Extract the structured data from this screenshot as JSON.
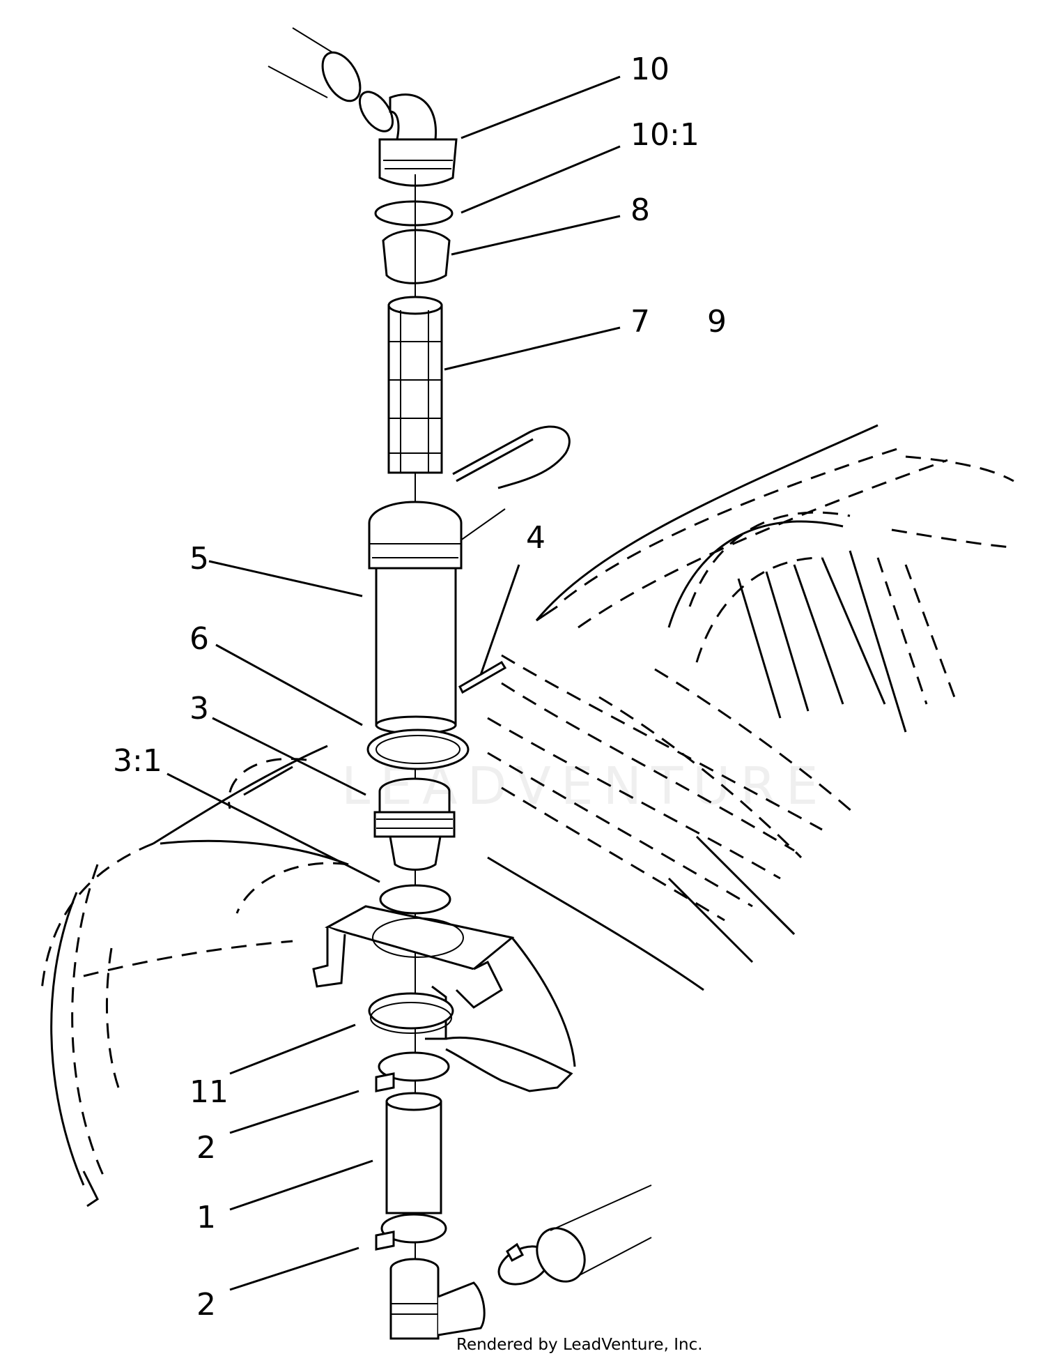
{
  "diagram": {
    "callouts": {
      "c10": "10",
      "c10_1": "10:1",
      "c8": "8",
      "c7": "7",
      "c9": "9",
      "c4": "4",
      "c5": "5",
      "c6": "6",
      "c3": "3",
      "c3_1": "3:1",
      "c11": "11",
      "c2_upper": "2",
      "c1": "1",
      "c2_lower": "2"
    },
    "footer": "Rendered by LeadVenture, Inc.",
    "watermark": "LEADVENTURE"
  }
}
